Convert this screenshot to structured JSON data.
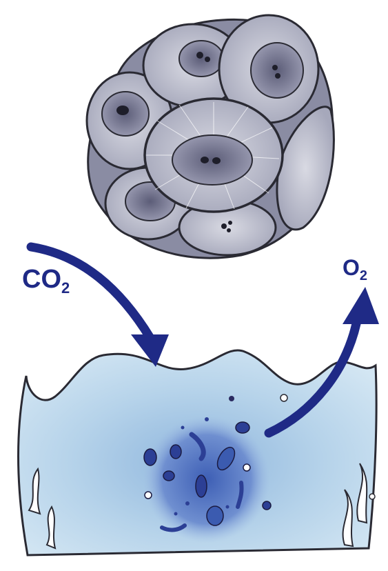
{
  "labels": {
    "input_gas": {
      "main": "CO",
      "sub": "2"
    },
    "output_gas": {
      "main": "O",
      "sub": "2"
    }
  },
  "colors": {
    "arrow": "#1f2a86",
    "plate_fill": "#b9bbcc",
    "plate_inner": "#8f91a8",
    "plate_center": "#6e6f8a",
    "outline": "#2a2a33",
    "water_light": "#cfe4f2",
    "water_mid": "#a9cbe6",
    "water_deep": "#7ea8d4",
    "cell_cluster": "#3b5bb0",
    "background": "#ffffff"
  },
  "icons": {
    "organism": "coccolithophore-icon",
    "water": "ocean-water-icon",
    "input_arrow": "curved-arrow-down-icon",
    "output_arrow": "curved-arrow-up-icon"
  }
}
